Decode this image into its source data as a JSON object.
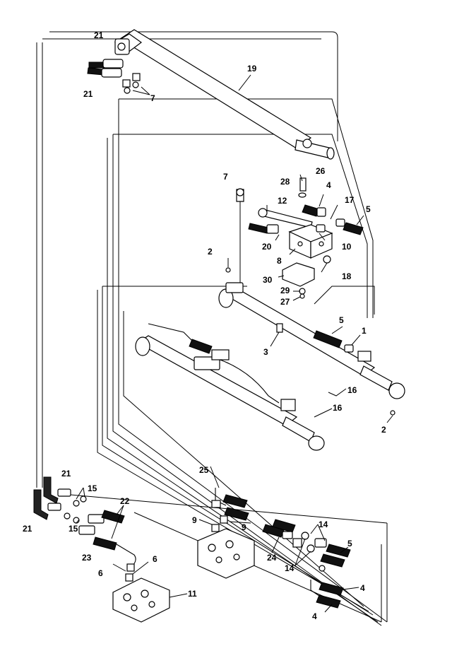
{
  "callouts": {
    "c21a": "21",
    "c21b": "21",
    "c21c": "21",
    "c21d": "21",
    "c19": "19",
    "c7a": "7",
    "c7b": "7",
    "c26": "26",
    "c28": "28",
    "c4a": "4",
    "c17": "17",
    "c5a": "5",
    "c12": "12",
    "c20": "20",
    "c10": "10",
    "c8": "8",
    "c2a": "2",
    "c2b": "2",
    "c18": "18",
    "c30": "30",
    "c29": "29",
    "c27": "27",
    "c5b": "5",
    "c1": "1",
    "c3": "3",
    "c16a": "16",
    "c16b": "16",
    "c15a": "15",
    "c15b": "15",
    "c22": "22",
    "c23": "23",
    "c6a": "6",
    "c6b": "6",
    "c11": "11",
    "c25": "25",
    "c9a": "9",
    "c9b": "9",
    "c24": "24",
    "c14a": "14",
    "c14b": "14",
    "c5c": "5",
    "c4b": "4",
    "c4c": "4"
  }
}
